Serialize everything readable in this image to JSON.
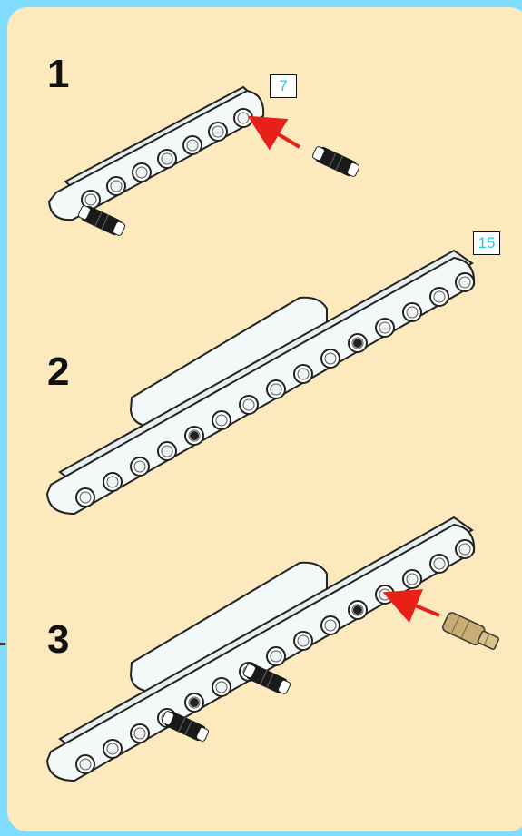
{
  "steps": [
    {
      "number": "1",
      "beam_length": "7"
    },
    {
      "number": "2",
      "beam_length": "15"
    },
    {
      "number": "3"
    }
  ],
  "colors": {
    "background": "#7fdcff",
    "panel": "#fde9be",
    "beam": "#f2f9f8",
    "arrow": "#e8201a",
    "pin_black": "#1a1a1a",
    "pin_tan": "#c8ae74",
    "length_label": "#1ec8e8"
  },
  "icons": [
    "beam-7-icon",
    "beam-15-icon",
    "friction-pin-icon",
    "axle-pin-icon",
    "insert-arrow-icon"
  ]
}
